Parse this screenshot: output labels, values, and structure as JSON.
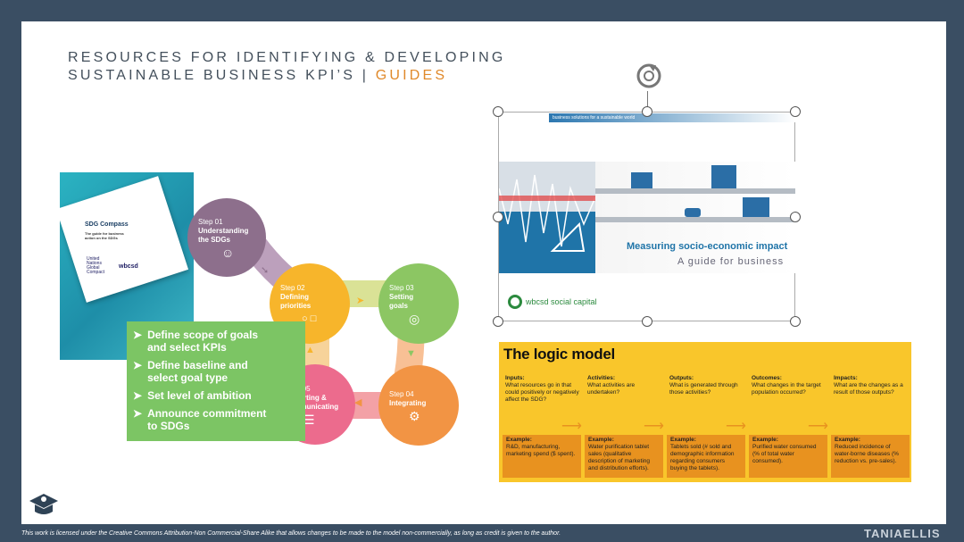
{
  "slide": {
    "title_line1": "RESOURCES FOR IDENTIFYING & DEVELOPING",
    "title_line2_main": "SUSTAINABLE BUSINESS KPI’S | ",
    "title_line2_accent": "GUIDES"
  },
  "sdg_compass": {
    "title": "SDG Compass",
    "subtitle": "The guide for business action on the SDGs",
    "logo1": "United Nations Global Compact",
    "logo2": "wbcsd"
  },
  "steps": [
    {
      "num": "Step 01",
      "name1": "Understanding",
      "name2": "the SDGs",
      "color": "#8d6f8c"
    },
    {
      "num": "Step 02",
      "name1": "Defining",
      "name2": "priorities",
      "color": "#f7b52b"
    },
    {
      "num": "Step 03",
      "name1": "Setting",
      "name2": "goals",
      "color": "#8cc663"
    },
    {
      "num": "Step 04",
      "name1": "Integrating",
      "name2": "",
      "color": "#f29444"
    },
    {
      "num": "Step 05",
      "name1": "Reporting &",
      "name2": "communicating",
      "color": "#ec6b8d"
    }
  ],
  "goals": [
    {
      "l1": "Define scope of goals",
      "l2": "and select KPIs"
    },
    {
      "l1": "Define baseline and",
      "l2": "select goal type"
    },
    {
      "l1": "Set level of ambition",
      "l2": ""
    },
    {
      "l1": "Announce commitment",
      "l2": "to SDGs"
    }
  ],
  "guide": {
    "banner": "business solutions for a sustainable world",
    "title": "Measuring socio-economic impact",
    "subtitle": "A guide for business",
    "brand": "wbcsd social capital"
  },
  "logic": {
    "title": "The logic model",
    "columns": [
      {
        "head": "Inputs:",
        "text": "What resources go in that could positively or negatively affect the SDG?",
        "example": "R&D, manufacturing, marketing spend ($ spent)."
      },
      {
        "head": "Activities:",
        "text": "What activities are undertaken?",
        "example": "Water purification tablet sales (qualitative description of marketing and distribution efforts)."
      },
      {
        "head": "Outputs:",
        "text": "What is generated through those activities?",
        "example": "Tablets sold (# sold and demographic information regarding consumers buying the tablets)."
      },
      {
        "head": "Outcomes:",
        "text": "What changes in the target population occurred?",
        "example": "Purified water consumed (% of total water consumed)."
      },
      {
        "head": "Impacts:",
        "text": "What are the changes as a result of those outputs?",
        "example": "Reduced incidence of water-borne diseases (% reduction vs. pre-sales)."
      }
    ],
    "example_label": "Example:"
  },
  "footer": {
    "license": "This work is licensed under the Creative Commons Attribution-Non Commercial-Share Alike that allows changes to be made to the model non-commercially, as long as credit is given to the author.",
    "brand": "TANIAELLIS"
  }
}
